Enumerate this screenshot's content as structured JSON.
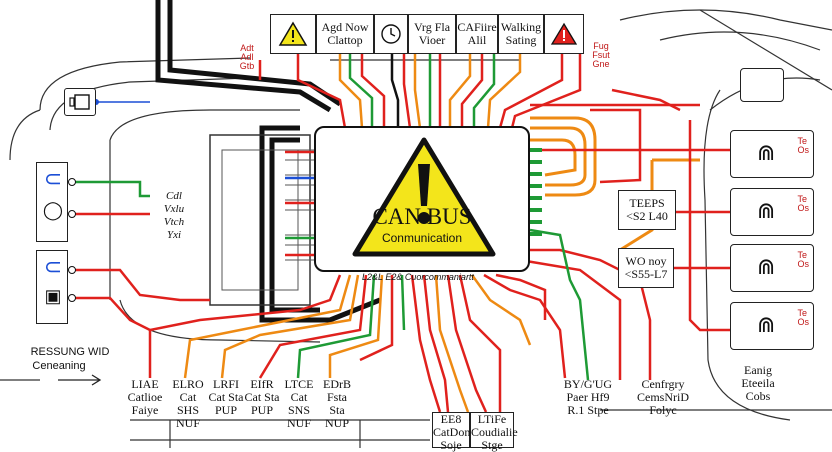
{
  "header_labels": [
    {
      "id": "h1",
      "text": "Agd Now\nClattop"
    },
    {
      "id": "h2",
      "text": "Vrg Fla\nVioer"
    },
    {
      "id": "h3",
      "text": "CAFiire\nAlil"
    },
    {
      "id": "h4",
      "text": "Walking\nSating"
    }
  ],
  "side_small_labels": [
    {
      "id": "tl",
      "text": "Adt\nAdl\nGtb"
    },
    {
      "id": "tr",
      "text": "Fug\nFsut\nGne"
    }
  ],
  "center": {
    "title": "CAN BUS",
    "subtitle": "Conmunication",
    "bottom_text": "L2&L E2& Cuorcommaniartt"
  },
  "left_middle_label": "Cdl\nVxlu\nVtch\nYxi",
  "left_caption": {
    "line1": "RESSUNG WID",
    "line2": "Ceneaning"
  },
  "bottom_labels": [
    {
      "id": "b1",
      "text": "LIAE\nCatlioe\nFaiye"
    },
    {
      "id": "b2",
      "text": "ELRO\nCat SHS\nNUF"
    },
    {
      "id": "b3",
      "text": "LRFI\nCat Sta\nPUP"
    },
    {
      "id": "b4",
      "text": "EIfR\nCat Sta\nPUP"
    },
    {
      "id": "b5",
      "text": "LTCE\nCat SNS\nNUF"
    },
    {
      "id": "b6",
      "text": "EDrB\nFsta Sta\nNUP"
    },
    {
      "id": "b7",
      "text": "EE8\nCatDon\nSoje"
    },
    {
      "id": "b8",
      "text": "LTiFe\nCoudialie\nStge"
    },
    {
      "id": "b9",
      "text": "BY/G'UG\nPaer Hf9\nR.1 Stpe"
    },
    {
      "id": "b10",
      "text": "Cenfrgry\nCemsNriD\nFolyc"
    },
    {
      "id": "b11",
      "text": "Eanig\nEteeila\nCobs"
    }
  ],
  "right_panels": [
    {
      "id": "r1",
      "text": "TEEPS\n<S2 L40"
    },
    {
      "id": "r2",
      "text": "WO noy\n<S55-L7"
    }
  ],
  "colors": {
    "red": "#e0211d",
    "orange": "#ee8a13",
    "green": "#1e9a35",
    "blue": "#1c4fd6",
    "warning": "#f3e51b",
    "black": "#111111"
  }
}
